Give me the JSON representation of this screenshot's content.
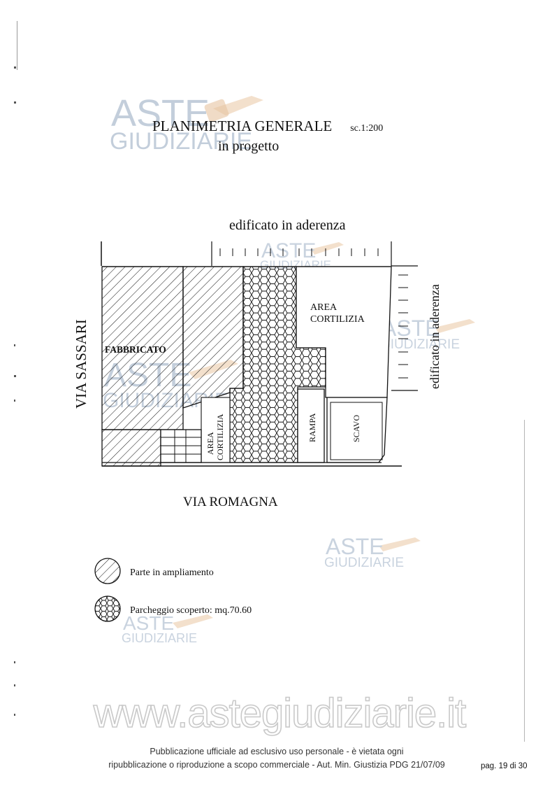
{
  "header": {
    "title": "PLANIMETRIA GENERALE",
    "scale": "sc.1:200",
    "subtitle": "in progetto"
  },
  "plan": {
    "label_top": "edificato in aderenza",
    "label_right": "edificato in aderenza",
    "label_left": "VIA SASSARI",
    "label_bottom": "VIA ROMAGNA",
    "area_cortilizia_1": "AREA",
    "area_cortilizia_2": "CORTILIZIA",
    "fabbricato": "FABBRICATO",
    "area_cortilizia_small_1": "AREA",
    "area_cortilizia_small_2": "CORTILIZIA",
    "rampa": "RAMPA",
    "scavo": "SCAVO"
  },
  "legend": {
    "hatch_label": "Parte in ampliamento",
    "hex_label": "Parcheggio scoperto: mq.70.60"
  },
  "watermark": {
    "brand_line1": "ASTE",
    "brand_line2": "GIUDIZIARIE",
    "website": "www.astegiudiziarie.it"
  },
  "footer": {
    "line1": "Pubblicazione ufficiale ad esclusivo uso personale - è vietata ogni",
    "line2": "ripubblicazione o riproduzione a scopo commerciale - Aut. Min. Giustizia PDG 21/07/09",
    "page": "pag. 19 di 30"
  },
  "colors": {
    "ink": "#111111",
    "watermark": "#b9c6d6",
    "gavel": "#e9c9a6"
  }
}
